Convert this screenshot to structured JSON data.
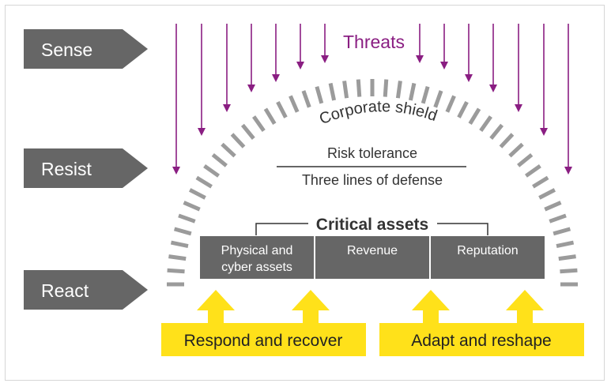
{
  "stages": [
    {
      "label": "Sense"
    },
    {
      "label": "Resist"
    },
    {
      "label": "React"
    }
  ],
  "threats_label": "Threats",
  "shield_label": "Corporate shield",
  "risk_tolerance": "Risk tolerance",
  "three_lines": "Three lines of defense",
  "critical_assets": {
    "title": "Critical assets",
    "boxes": [
      {
        "line1": "Physical and",
        "line2": "cyber assets"
      },
      {
        "line1": "Revenue",
        "line2": ""
      },
      {
        "line1": "Reputation",
        "line2": ""
      }
    ]
  },
  "responses": [
    {
      "label": "Respond and recover"
    },
    {
      "label": "Adapt and reshape"
    }
  ],
  "colors": {
    "dark_gray": "#666666",
    "shield_gray": "#9b9b9b",
    "threat_purple": "#8a1e82",
    "yellow": "#ffe11a",
    "text_dark": "#333333"
  }
}
